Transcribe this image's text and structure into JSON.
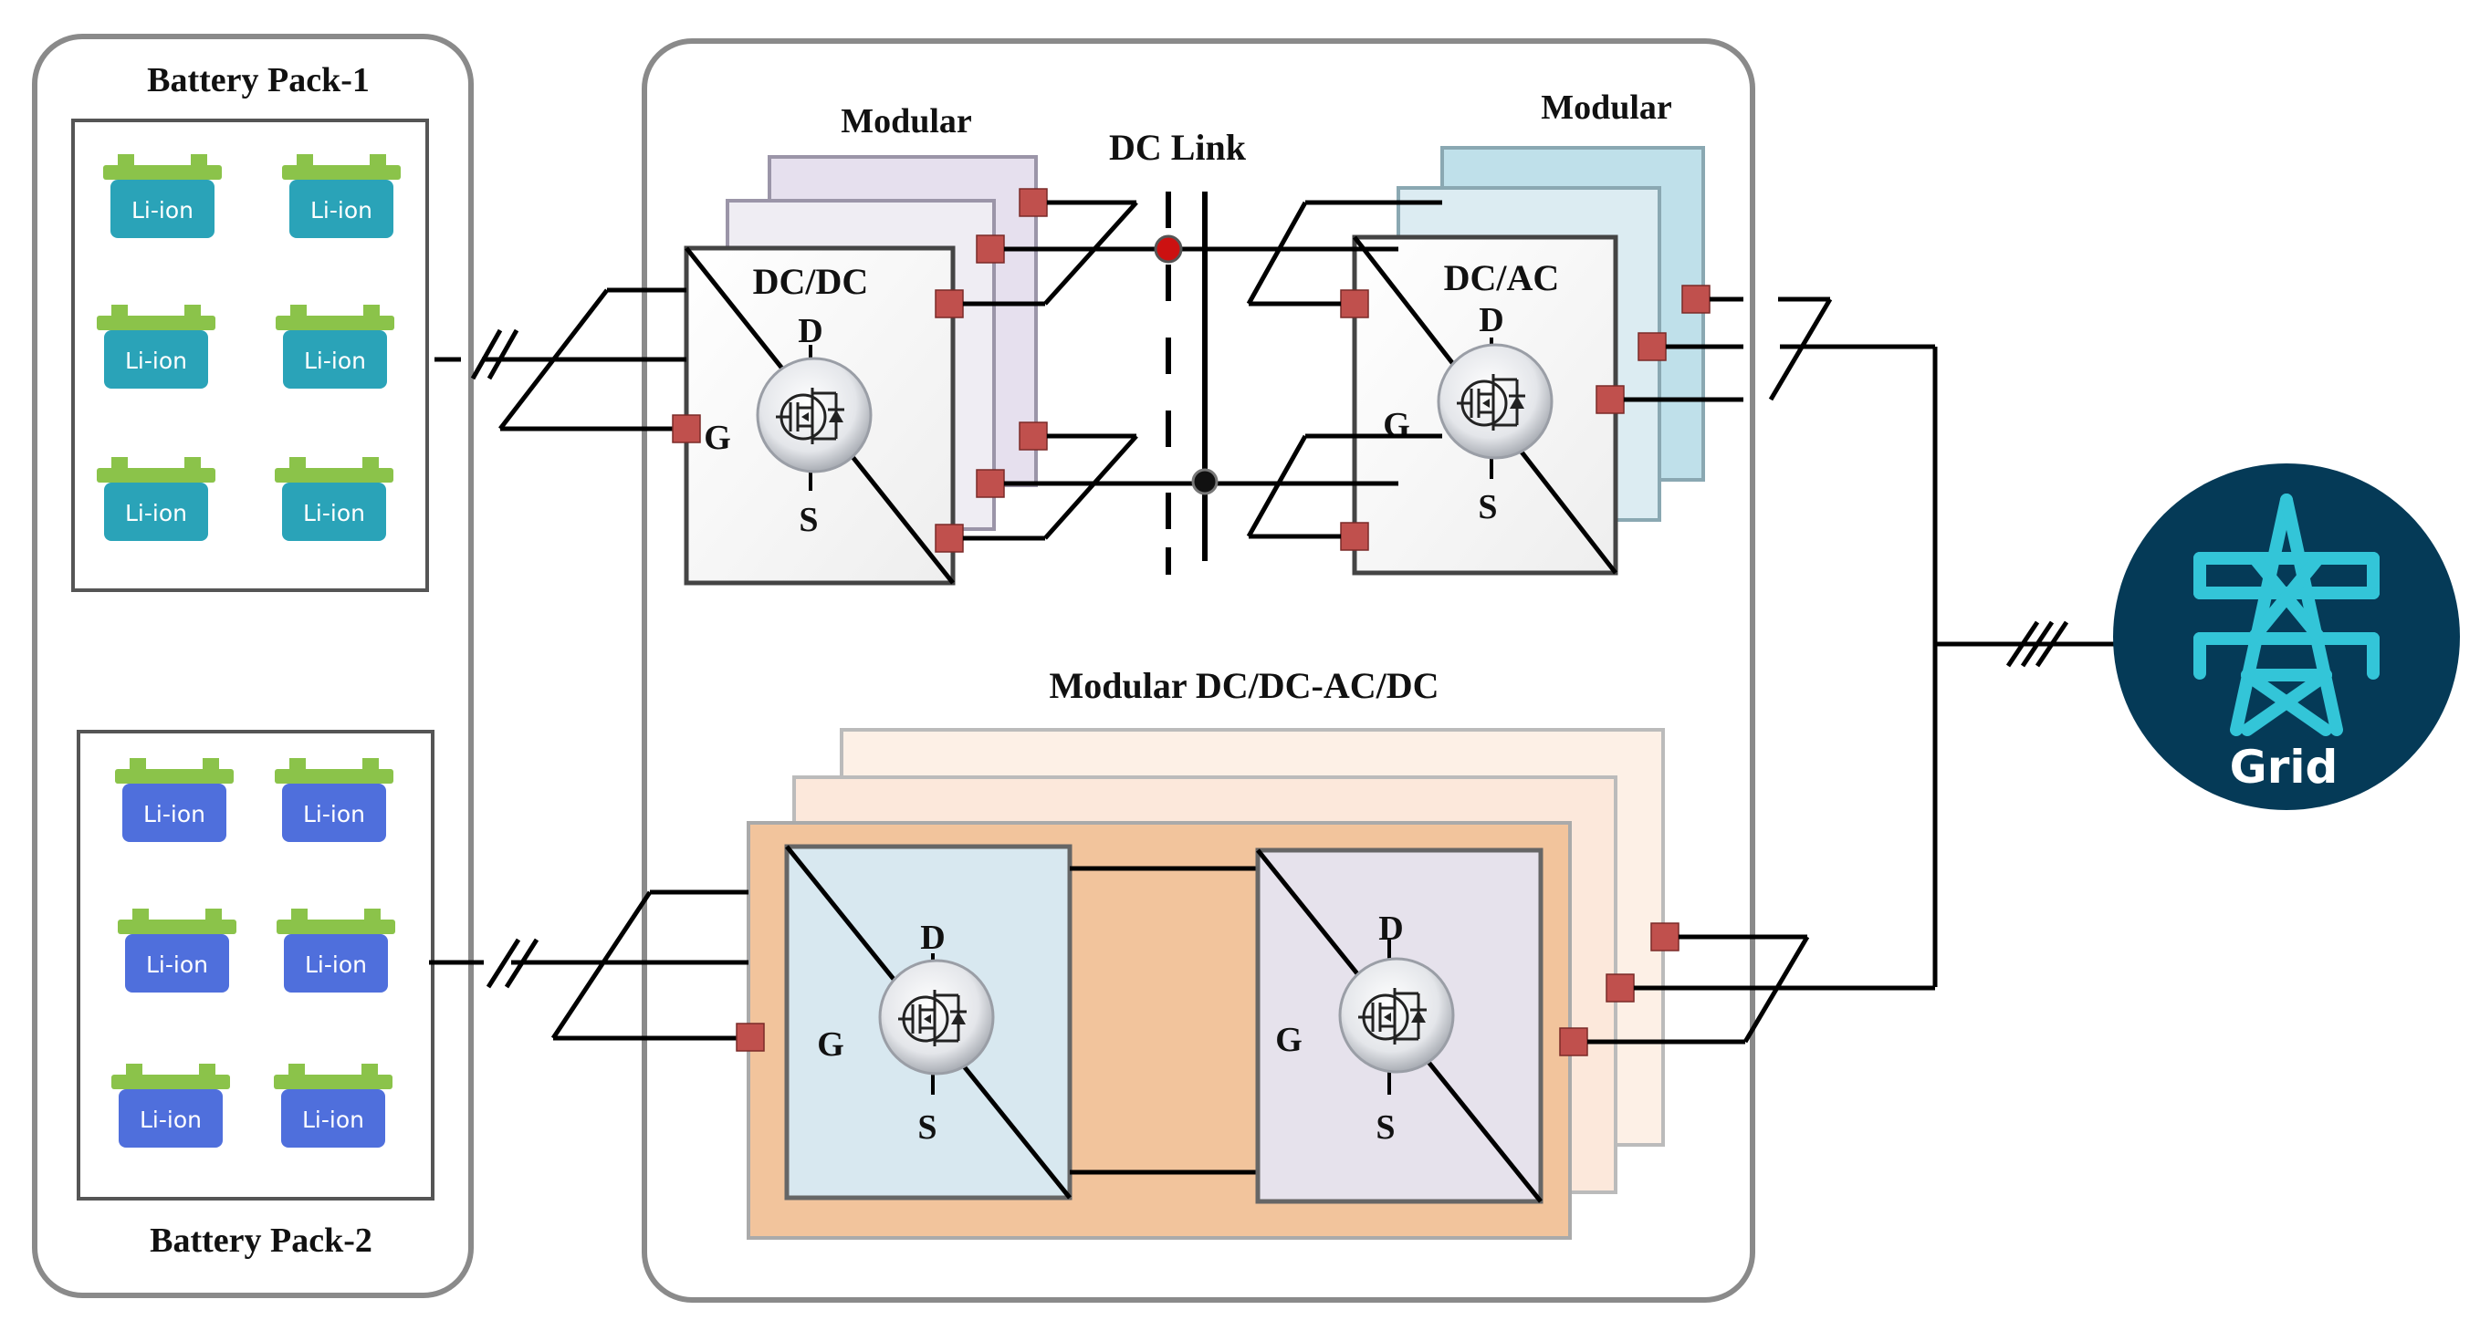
{
  "colors": {
    "battery_pack1_cell": "#2aa3b8",
    "battery_pack2_cell": "#4f6fdc",
    "battery_terminal": "#8bc34a",
    "grid_circle": "#053a57",
    "grid_tower": "#33c5d8",
    "dcdc_back": "#e6e0ee",
    "dcac_back": "#bfe0ea",
    "modular_orange": "#f2c49c",
    "modular_peach": "#fce8db",
    "inner_left_module": "#d8e8f0",
    "inner_right_module": "#e6e2ec",
    "terminal": "#c0504d",
    "dc_link_red": "#cc1111"
  },
  "battery_pack_1": {
    "title": "Battery Pack-1",
    "cells": [
      "Li-ion",
      "Li-ion",
      "Li-ion",
      "Li-ion",
      "Li-ion",
      "Li-ion"
    ]
  },
  "battery_pack_2": {
    "title": "Battery Pack-2",
    "cells": [
      "Li-ion",
      "Li-ion",
      "Li-ion",
      "Li-ion",
      "Li-ion",
      "Li-ion"
    ]
  },
  "converter_top_left": {
    "modular_label": "Modular",
    "title": "DC/DC",
    "drain": "D",
    "gate": "G",
    "source": "S"
  },
  "dc_link": {
    "label": "DC Link"
  },
  "converter_top_right": {
    "modular_label": "Modular",
    "title": "DC/AC",
    "drain": "D",
    "gate": "G",
    "source": "S"
  },
  "converter_bottom": {
    "title": "Modular DC/DC-AC/DC",
    "left_switch": {
      "drain": "D",
      "gate": "G",
      "source": "S"
    },
    "right_switch": {
      "drain": "D",
      "gate": "G",
      "source": "S"
    }
  },
  "grid": {
    "label": "Grid",
    "icon": "transmission-tower-icon"
  }
}
